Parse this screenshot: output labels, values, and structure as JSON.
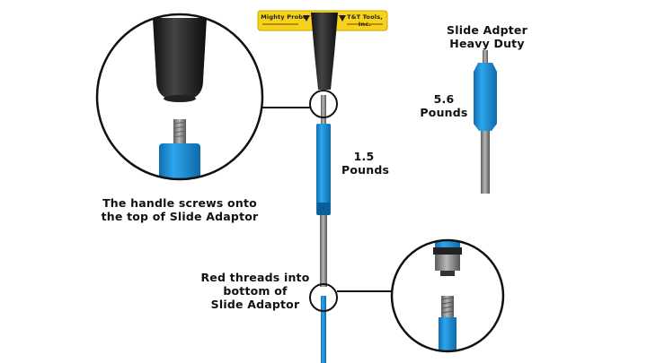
{
  "handle_plate": {
    "brand": "Mighty Probe",
    "company": "T&T Tools, Inc."
  },
  "labels": {
    "handle_note": [
      "The handle screws onto",
      "the top of Slide Adaptor"
    ],
    "standard_weight": [
      "1.5",
      "Pounds"
    ],
    "heavy_title": [
      "Slide Adpter",
      "Heavy Duty"
    ],
    "heavy_weight": [
      "5.6",
      "Pounds"
    ],
    "red_note": [
      "Red threads into",
      "bottom of",
      "Slide Adaptor"
    ]
  },
  "colors": {
    "probe_blue": "#1a8fd6",
    "handle_yellow": "#f6d21e",
    "handle_black": "#1c1c1c",
    "steel": "#8a8a8a"
  }
}
